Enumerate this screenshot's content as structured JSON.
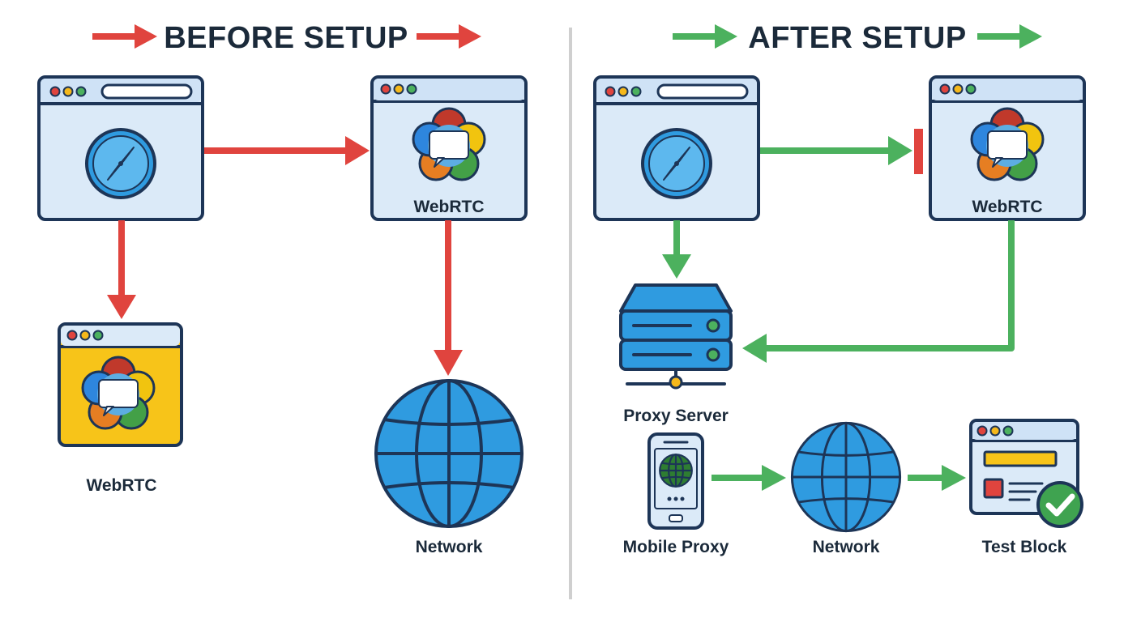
{
  "before": {
    "title": "BEFORE SETUP",
    "webrtc_window_label": "WebRTC",
    "webrtc_local_label": "WebRTC",
    "network_label": "Network"
  },
  "after": {
    "title": "AFTER SETUP",
    "webrtc_window_label": "WebRTC",
    "proxy_server_label": "Proxy Server",
    "mobile_proxy_label": "Mobile Proxy",
    "network_label": "Network",
    "test_block_label": "Test Block"
  },
  "colors": {
    "before_arrow": "#e0443e",
    "after_arrow": "#4cb15e",
    "outline": "#1d3557",
    "window_fill": "#dbeaf8",
    "window_bar": "#cfe2f6",
    "globe_blue": "#2f9be0",
    "yellow_fill": "#f7c419",
    "divider": "#cfcfcf"
  },
  "icons": [
    "compass-icon",
    "webrtc-logo-icon",
    "globe-icon",
    "server-icon",
    "phone-icon",
    "check-icon"
  ]
}
